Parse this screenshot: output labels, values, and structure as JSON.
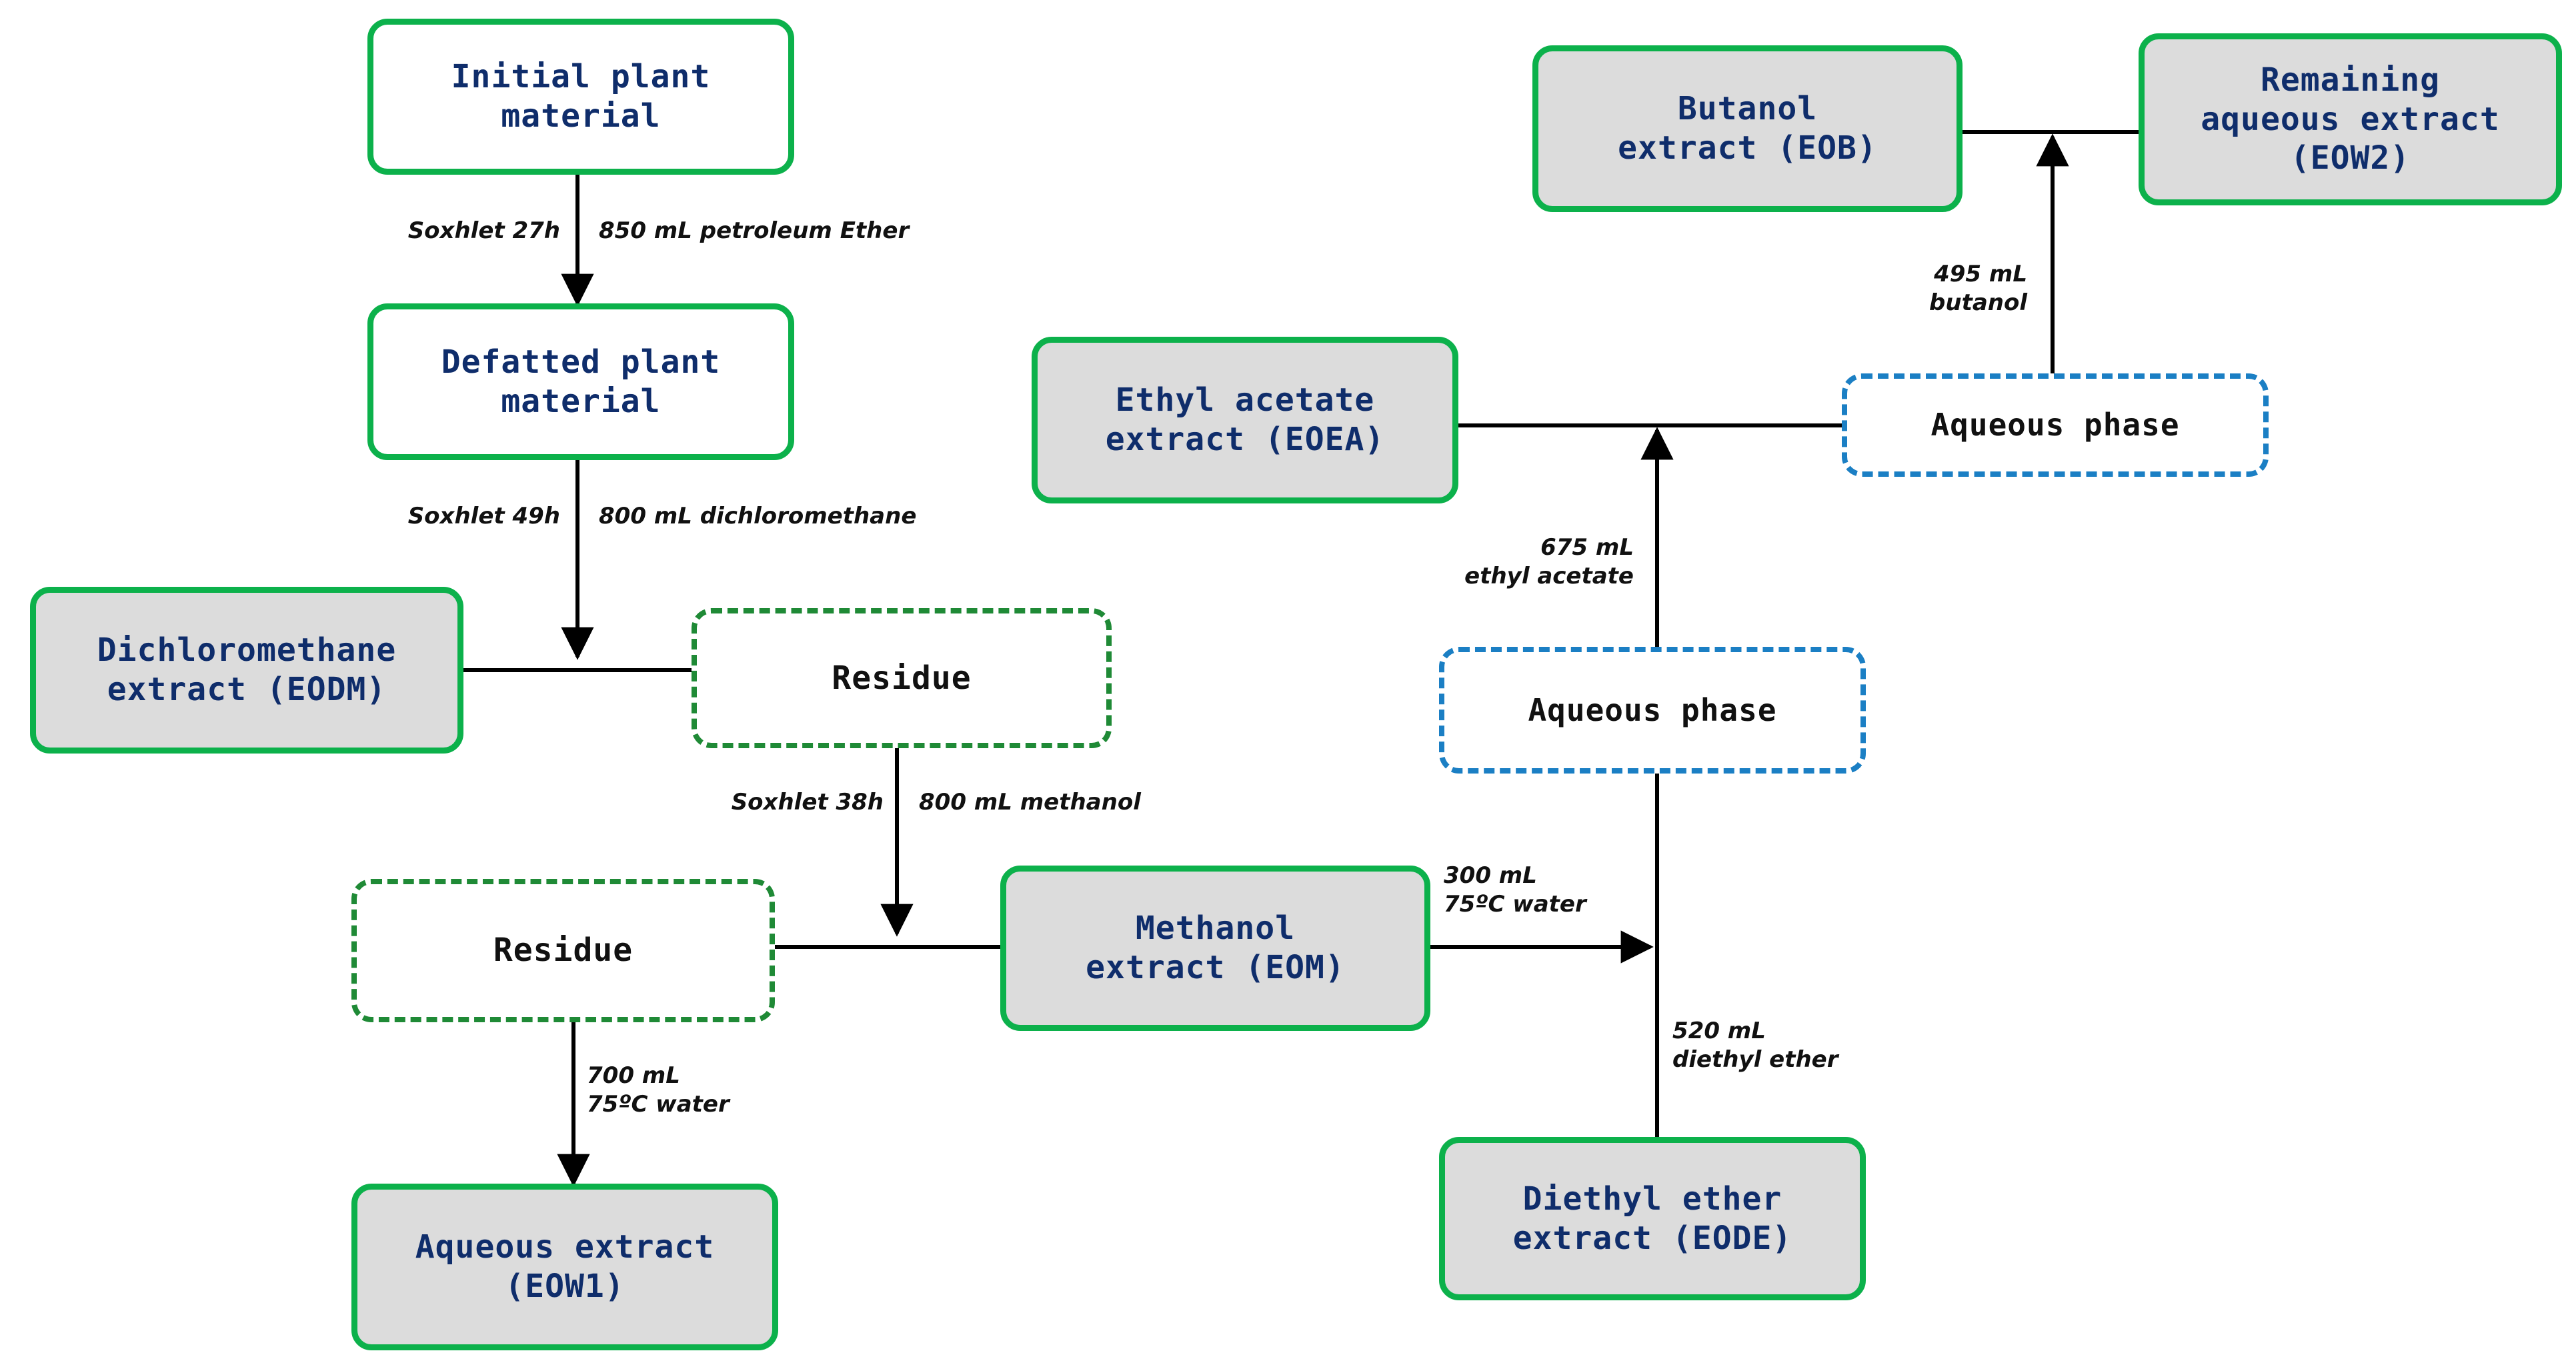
{
  "diagram": {
    "title": "Sequential solvent extraction flowchart",
    "colors": {
      "green_solid": "#0CB14B",
      "green_dashed": "#1F8A36",
      "blue_dashed": "#1B7FC4",
      "node_fill_grey": "#DCDCDC",
      "node_fill_white": "#FFFFFF",
      "label_navy": "#0F2D6B",
      "label_black": "#111111",
      "connector": "#000000"
    },
    "nodes": [
      {
        "id": "initial_plant",
        "label": "Initial plant\nmaterial",
        "style": "green-outline-white-fill"
      },
      {
        "id": "defatted_plant",
        "label": "Defatted plant\nmaterial",
        "style": "green-outline-white-fill"
      },
      {
        "id": "eodm",
        "label": "Dichloromethane\nextract (EODM)",
        "style": "green-outline-grey-fill"
      },
      {
        "id": "residue_1",
        "label": "Residue",
        "style": "green-dashed-white-fill"
      },
      {
        "id": "residue_2",
        "label": "Residue",
        "style": "green-dashed-white-fill"
      },
      {
        "id": "eom",
        "label": "Methanol\nextract (EOM)",
        "style": "green-outline-grey-fill"
      },
      {
        "id": "eow1",
        "label": "Aqueous extract\n(EOW1)",
        "style": "green-outline-grey-fill"
      },
      {
        "id": "eode",
        "label": "Diethyl ether\nextract (EODE)",
        "style": "green-outline-grey-fill"
      },
      {
        "id": "aqueous_phase_1",
        "label": "Aqueous phase",
        "style": "blue-dashed-white-fill"
      },
      {
        "id": "eoea",
        "label": "Ethyl acetate\nextract (EOEA)",
        "style": "green-outline-grey-fill"
      },
      {
        "id": "aqueous_phase_2",
        "label": "Aqueous phase",
        "style": "blue-dashed-white-fill"
      },
      {
        "id": "eob",
        "label": "Butanol\nextract (EOB)",
        "style": "green-outline-grey-fill"
      },
      {
        "id": "eow2",
        "label": "Remaining\naqueous extract\n(EOW2)",
        "style": "green-outline-grey-fill"
      }
    ],
    "edge_labels": [
      {
        "id": "e1_left",
        "text": "Soxhlet 27h"
      },
      {
        "id": "e1_right",
        "text": "850 mL petroleum Ether"
      },
      {
        "id": "e2_left",
        "text": "Soxhlet 49h"
      },
      {
        "id": "e2_right",
        "text": "800 mL dichloromethane"
      },
      {
        "id": "e3_left",
        "text": "Soxhlet 38h"
      },
      {
        "id": "e3_right",
        "text": "800 mL methanol"
      },
      {
        "id": "e4",
        "text": "700 mL\n75ºC water"
      },
      {
        "id": "e5",
        "text": "300 mL\n75ºC water"
      },
      {
        "id": "e6",
        "text": "520 mL\ndiethyl ether"
      },
      {
        "id": "e7",
        "text": "675 mL\nethyl acetate"
      },
      {
        "id": "e8",
        "text": "495 mL\nbutanol"
      }
    ]
  }
}
